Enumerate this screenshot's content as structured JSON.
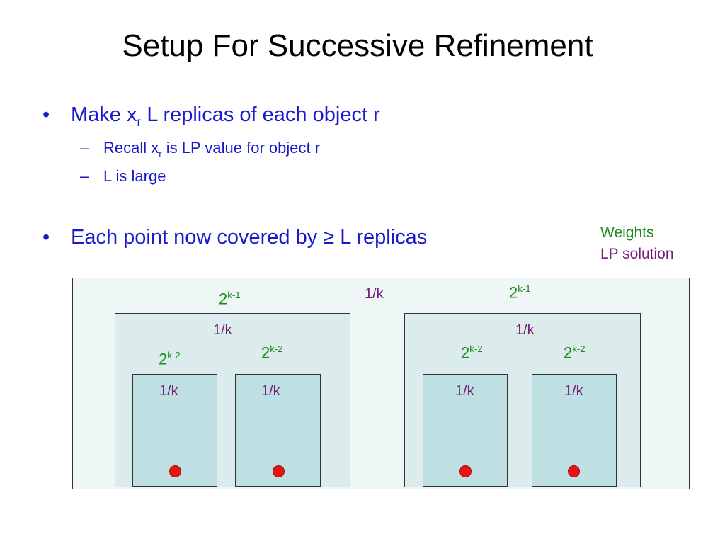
{
  "title": "Setup For Successive Refinement",
  "bullets": {
    "b1_glyph": "•",
    "b1_pre": "Make x",
    "b1_sub": "r",
    "b1_post": " L replicas of each object r",
    "sub1_dash": "–",
    "sub1_pre": "Recall x",
    "sub1_sub": "r",
    "sub1_post": " is LP value for object r",
    "sub2_dash": "–",
    "sub2_text": "L is large",
    "b2_glyph": "•",
    "b2_text": "Each point now covered by ≥ L replicas"
  },
  "legend": {
    "weights": "Weights",
    "lp": "LP solution"
  },
  "diagram": {
    "outer_lp": "1/k",
    "outer_w_base": "2",
    "outer_w_exp": "k-1",
    "left": {
      "w_base": "2",
      "w_exp": "k-1",
      "lp": "1/k",
      "inner_a": {
        "w_base": "2",
        "w_exp": "k-2",
        "lp": "1/k"
      },
      "inner_b": {
        "w_base": "2",
        "w_exp": "k-2",
        "lp": "1/k"
      }
    },
    "right": {
      "lp": "1/k",
      "inner_a": {
        "w_base": "2",
        "w_exp": "k-2",
        "lp": "1/k"
      },
      "inner_b": {
        "w_base": "2",
        "w_exp": "k-2",
        "lp": "1/k"
      }
    },
    "colors": {
      "weights": "#1a8a1a",
      "lp": "#7a1a7a",
      "point": "#ee1111",
      "text": "#1a1acc"
    }
  }
}
